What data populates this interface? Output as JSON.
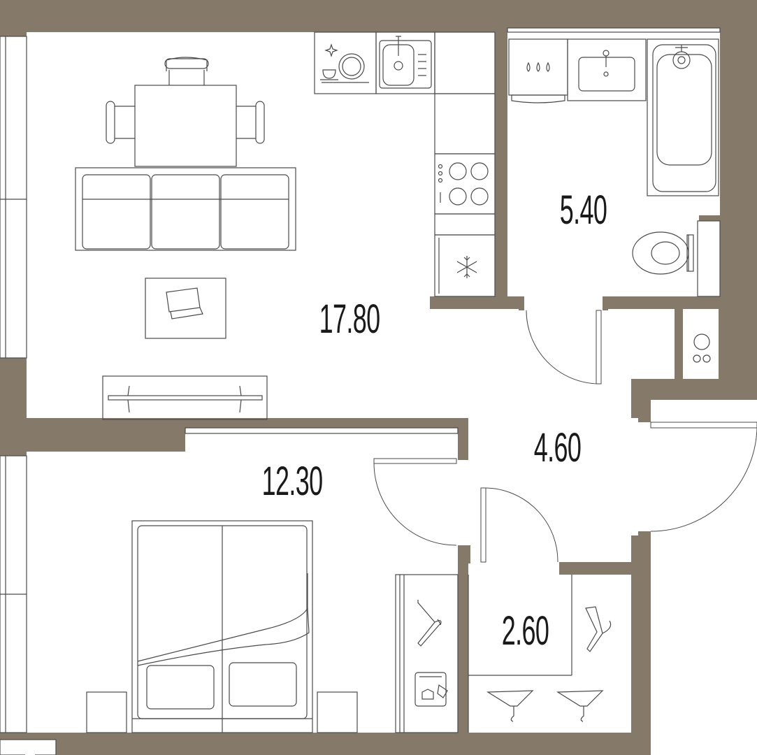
{
  "floorplan": {
    "colors": {
      "wall": "#857a6a",
      "line": "#4a4a4a",
      "background": "#ffffff"
    },
    "rooms": [
      {
        "id": "living-kitchen",
        "area": "17.80"
      },
      {
        "id": "bathroom",
        "area": "5.40"
      },
      {
        "id": "hallway",
        "area": "4.60"
      },
      {
        "id": "bedroom",
        "area": "12.30"
      },
      {
        "id": "wardrobe",
        "area": "2.60"
      }
    ],
    "furniture_icons": [
      "dining-table-icon",
      "sofa-icon",
      "coffee-table-icon",
      "tv-stand-icon",
      "dishwasher-icon",
      "kitchen-sink-icon",
      "stove-icon",
      "fridge-icon",
      "washing-machine-icon",
      "bathroom-sink-icon",
      "bathtub-icon",
      "toilet-icon",
      "boiler-icon",
      "double-bed-icon",
      "nightstand-icon",
      "coat-hanger-icon",
      "safe-icon"
    ]
  }
}
